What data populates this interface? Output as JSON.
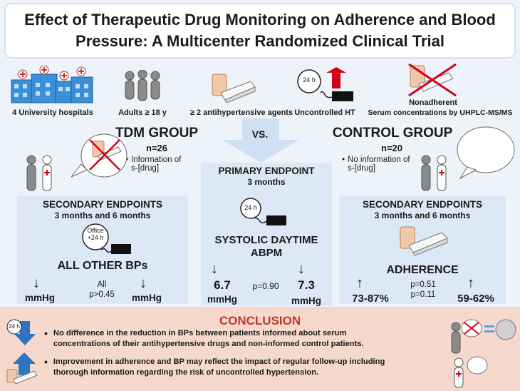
{
  "title": {
    "line1": "Effect of Therapeutic Drug Monitoring on Adherence and Blood",
    "line2": "Pressure: A Multicenter Randomized Clinical Trial"
  },
  "inclusion": [
    {
      "label": "4 University hospitals",
      "icon": "hospital-icon"
    },
    {
      "label": "Adults ≥ 18 y",
      "icon": "people-icon"
    },
    {
      "label": "≥ 2 antihypertensive agents",
      "icon": "pill-box-icon"
    },
    {
      "label": "Uncontrolled HT",
      "icon": "bp-monitor-icon",
      "badge": "24 h"
    },
    {
      "label_top": "Nonadherent",
      "label": "Serum concentrations by UHPLC-MS/MS",
      "icon": "crossed-pill-box-icon"
    }
  ],
  "vs": "VS.",
  "tdm": {
    "title": "TDM GROUP",
    "n": "n=26",
    "info_line1": "Information of",
    "info_line2": "s-[drug]",
    "secondary_title": "SECONDARY ENDPOINTS",
    "secondary_sub": "3 months and 6 months",
    "office_line1": "Office",
    "office_line2": "+24 h",
    "measure": "ALL OTHER BPs",
    "unit_left": "mmHg",
    "unit_right": "mmHg",
    "p_line1": "All",
    "p_line2": "p>0.45"
  },
  "control": {
    "title": "CONTROL GROUP",
    "n": "n=20",
    "info_line1": "No information of",
    "info_line2": "s-[drug]",
    "secondary_title": "SECONDARY ENDPOINTS",
    "secondary_sub": "3 months and 6 months",
    "measure": "ADHERENCE",
    "value_left": "73-87%",
    "value_right": "59-62%",
    "p_line1": "p=0.51",
    "p_line2": "p=0.11"
  },
  "primary": {
    "title": "PRIMARY ENDPOINT",
    "sub": "3 months",
    "badge": "24 h",
    "measure_line1": "SYSTOLIC DAYTIME",
    "measure_line2": "ABPM",
    "value_left": "6.7",
    "value_right": "7.3",
    "unit": "mmHg",
    "p": "p=0.90"
  },
  "arrows": {
    "down": "↓",
    "up": "↑"
  },
  "conclusion": {
    "title": "CONCLUSION",
    "badge": "24 h",
    "bullet1_line1": "No difference in the reduction in BPs between patients informed about serum",
    "bullet1_line2": "concentrations of their antihypertensive drugs and non-informed control patients.",
    "bullet2_line1": "Improvement in adherence and BP may reflect the impact of regular follow-up including",
    "bullet2_line2": "thorough information regarding the risk of uncontrolled hypertension.",
    "bullet_glyph": "•"
  },
  "colors": {
    "panel": "#dde8f6",
    "conclusion_bg": "#f6d9cc",
    "conclusion_title": "#c0392b",
    "arrow_red": "#d0021b",
    "arrow_blue": "#2e74c0"
  }
}
